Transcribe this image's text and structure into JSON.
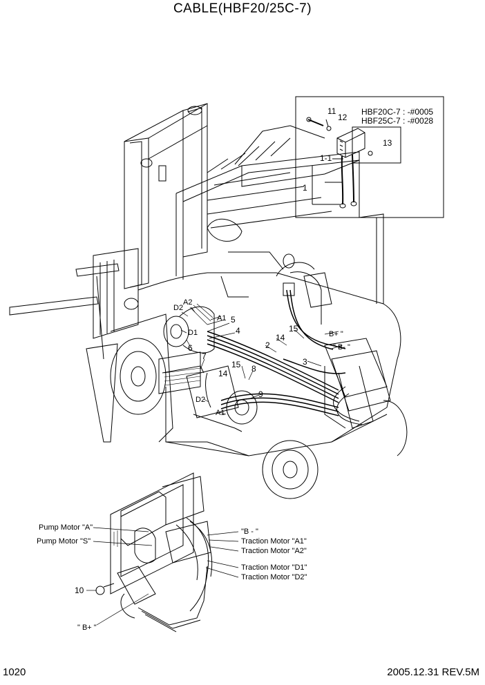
{
  "title": "CABLE(HBF20/25C-7)",
  "page_number": "1020",
  "revision": "2005.12.31  REV.5M",
  "inset": {
    "serials": [
      "HBF20C-7 : -#0005",
      "HBF25C-7 : -#0028"
    ],
    "items": [
      "11",
      "12",
      "13",
      "1-1",
      "1"
    ]
  },
  "callouts": [
    "D2",
    "A2",
    "A1",
    "D1",
    "5",
    "4",
    "6",
    "7",
    "2",
    "14",
    "15",
    "B+ \"",
    "\" B- \"",
    "3",
    "15",
    "8",
    "14",
    "9",
    "D2",
    "A1"
  ],
  "legend": {
    "left": [
      "Pump Motor \"A\"",
      "Pump Motor \"S\""
    ],
    "right": [
      "\"B - \"",
      "Traction Motor \"A1\"",
      "Traction Motor \"A2\"",
      "Traction Motor \"D1\"",
      "Traction Motor \"D2\""
    ],
    "item10": "10",
    "bplus": "\" B+ \""
  }
}
